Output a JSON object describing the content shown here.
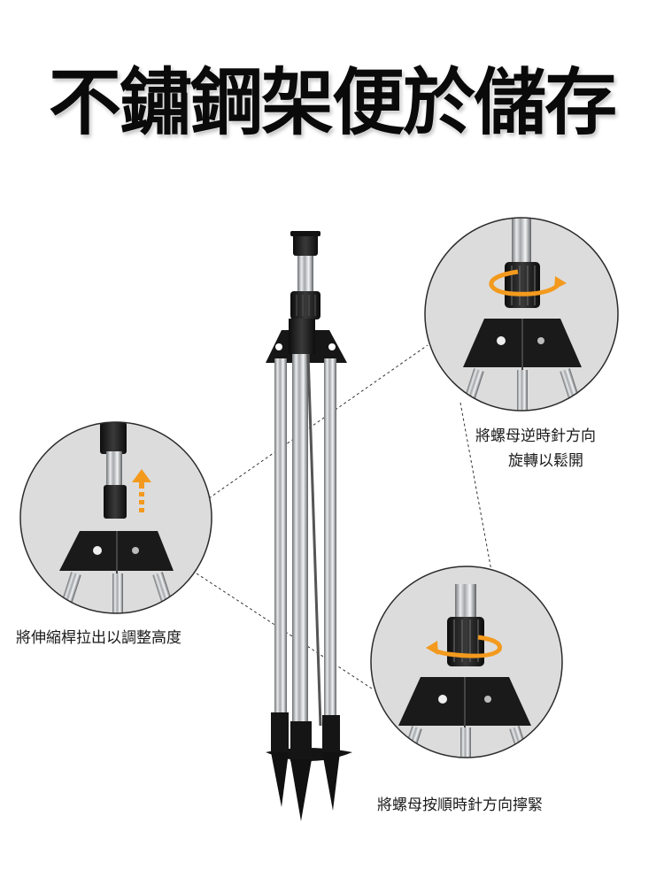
{
  "title": "不鏽鋼架便於儲存",
  "callouts": [
    {
      "id": "loosen",
      "text_line1": "將螺母逆時針方向",
      "text_line2": "旋轉以鬆開",
      "arrow": "rotate-clockwise-arrow"
    },
    {
      "id": "extend",
      "text": "將伸縮桿拉出以調整高度",
      "arrow": "up-arrow"
    },
    {
      "id": "tighten",
      "text": "將螺母按順時針方向擰緊",
      "arrow": "rotate-counterclockwise-arrow"
    }
  ],
  "colors": {
    "accent_orange": "#f39a1e",
    "circle_bg": "#d9d9d9",
    "black_plastic": "#1b1b1b",
    "steel": "#b9bcbf"
  }
}
